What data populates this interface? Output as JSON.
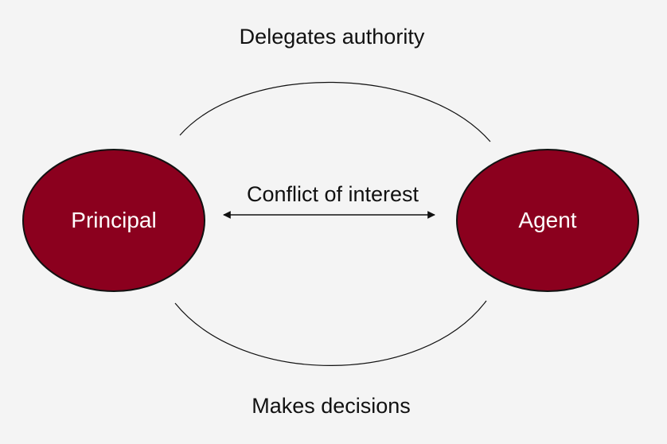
{
  "colors": {
    "background": "#f4f4f4",
    "node_fill": "#8b001e",
    "node_stroke": "#111111",
    "line": "#111111",
    "text": "#111111",
    "node_text": "#ffffff"
  },
  "nodes": {
    "principal": {
      "label": "Principal"
    },
    "agent": {
      "label": "Agent"
    }
  },
  "relationships": {
    "top": "Delegates authority",
    "middle": "Conflict of interest",
    "bottom": "Makes decisions"
  }
}
